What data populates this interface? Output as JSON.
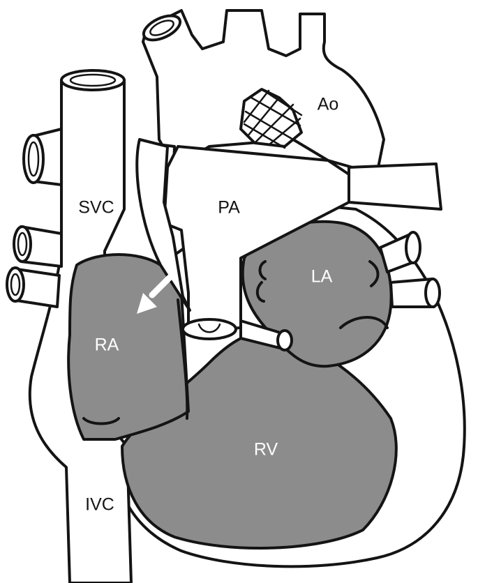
{
  "labels": {
    "ao": "Ao",
    "svc": "SVC",
    "pa": "PA",
    "la": "LA",
    "ra": "RA",
    "rv": "RV",
    "ivc": "IVC"
  },
  "colors": {
    "chamber_fill": "#8c8c8c",
    "outline": "#141414",
    "vessel_fill": "#ffffff"
  }
}
